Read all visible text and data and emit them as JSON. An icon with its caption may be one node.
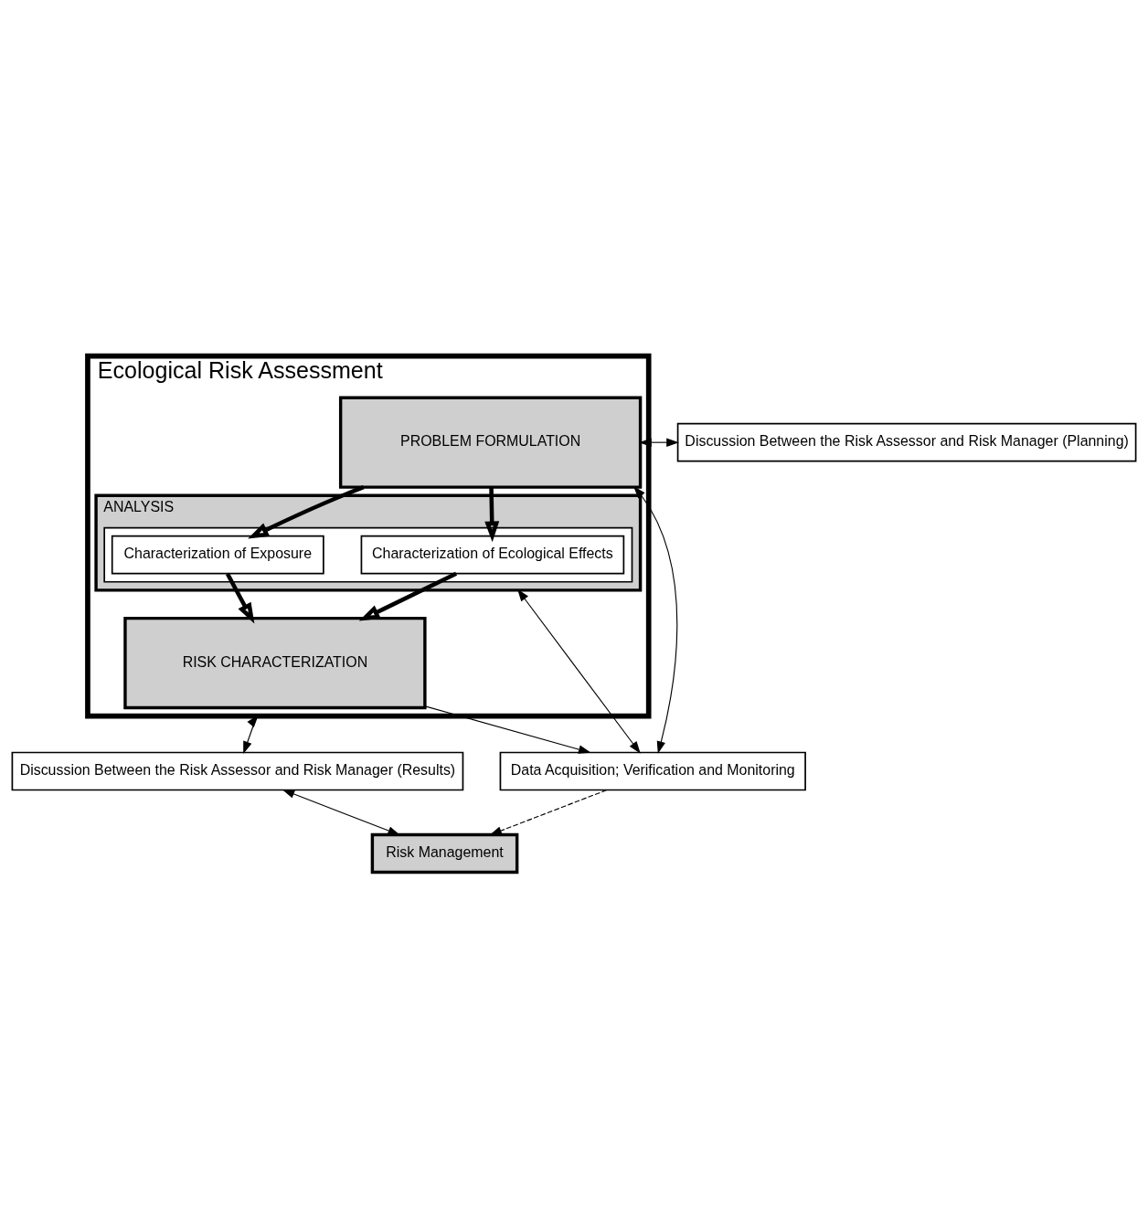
{
  "diagram": {
    "nodes": [
      {
        "text": [
          "Ecological Risk Assessment"
        ]
      },
      {
        "text": [
          "Discussion Between the Risk Assessor and Risk Manager (Planning)"
        ]
      },
      {
        "text": [
          "PROBLEM FORMULATION"
        ],
        "in": 0
      },
      {
        "text": [
          "ANALYSIS"
        ],
        "in": 0
      },
      {
        "text": [],
        "shape": "box",
        "in": 3
      },
      {
        "text": [
          "Characterization of Exposure"
        ],
        "in": 4
      },
      {
        "text": [
          "Characterization of Ecological Effects"
        ],
        "in": 4
      },
      {
        "text": [
          "RISK CHARACTERIZATION"
        ],
        "in": 0
      },
      {
        "text": [
          "Data Acquisition; Verification and Monitoring"
        ]
      },
      {
        "text": [
          "Discussion Between the Risk Assessor and Risk Manager (Results)"
        ]
      },
      {
        "text": [
          "Risk Management"
        ]
      }
    ],
    "edges": [
      {
        "from": 1,
        "to": 2,
        "arrow": "both"
      },
      {
        "from": 2,
        "to": 8,
        "arrow": "both"
      },
      {
        "from": 2,
        "to": 5,
        "arrow": "to",
        "style": "thick"
      },
      {
        "from": 2,
        "to": 6,
        "arrow": "to",
        "style": "thick"
      },
      {
        "from": 5,
        "to": 7,
        "arrow": "to",
        "style": "thick"
      },
      {
        "from": 6,
        "to": 7,
        "arrow": "to",
        "style": "thick"
      },
      {
        "from": 3,
        "to": 8,
        "arrow": "both"
      },
      {
        "from": 7,
        "to": 8,
        "arrow": "to"
      },
      {
        "from": 0,
        "to": 9,
        "arrow": "both"
      },
      {
        "from": 9,
        "to": 10,
        "arrow": "both"
      },
      {
        "from": 8,
        "to": 10,
        "arrow": "to",
        "style": "dashed"
      }
    ]
  }
}
